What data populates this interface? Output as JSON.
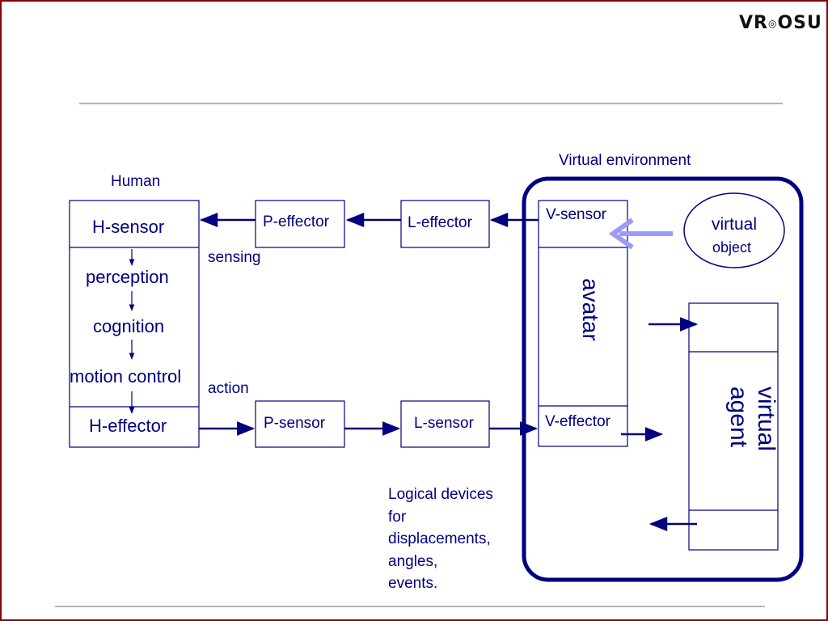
{
  "logo": {
    "left": "VR",
    "mark": "◎",
    "right": "OSU"
  },
  "diagram": {
    "human_label": "Human",
    "ve_label": "Virtual environment",
    "h_sensor": "H-sensor",
    "perception": "perception",
    "cognition": "cognition",
    "motion_control": "motion control",
    "h_effector": "H-effector",
    "p_effector": "P-effector",
    "l_effector": "L-effector",
    "p_sensor": "P-sensor",
    "l_sensor": "L-sensor",
    "v_sensor": "V-sensor",
    "v_effector": "V-effector",
    "avatar": "avatar",
    "virtual_object_line1": "virtual",
    "virtual_object_line2": "object",
    "virtual_agent_line1": "virtual",
    "virtual_agent_line2": "agent",
    "sensing": "sensing",
    "action": "action",
    "note_lines": [
      "Logical devices",
      "for",
      "displacements,",
      "angles,",
      "events."
    ]
  },
  "colors": {
    "ink": "#000080",
    "frame": "#8b0000",
    "rule": "#9a9a9a",
    "accent": "#9b9bf5"
  }
}
